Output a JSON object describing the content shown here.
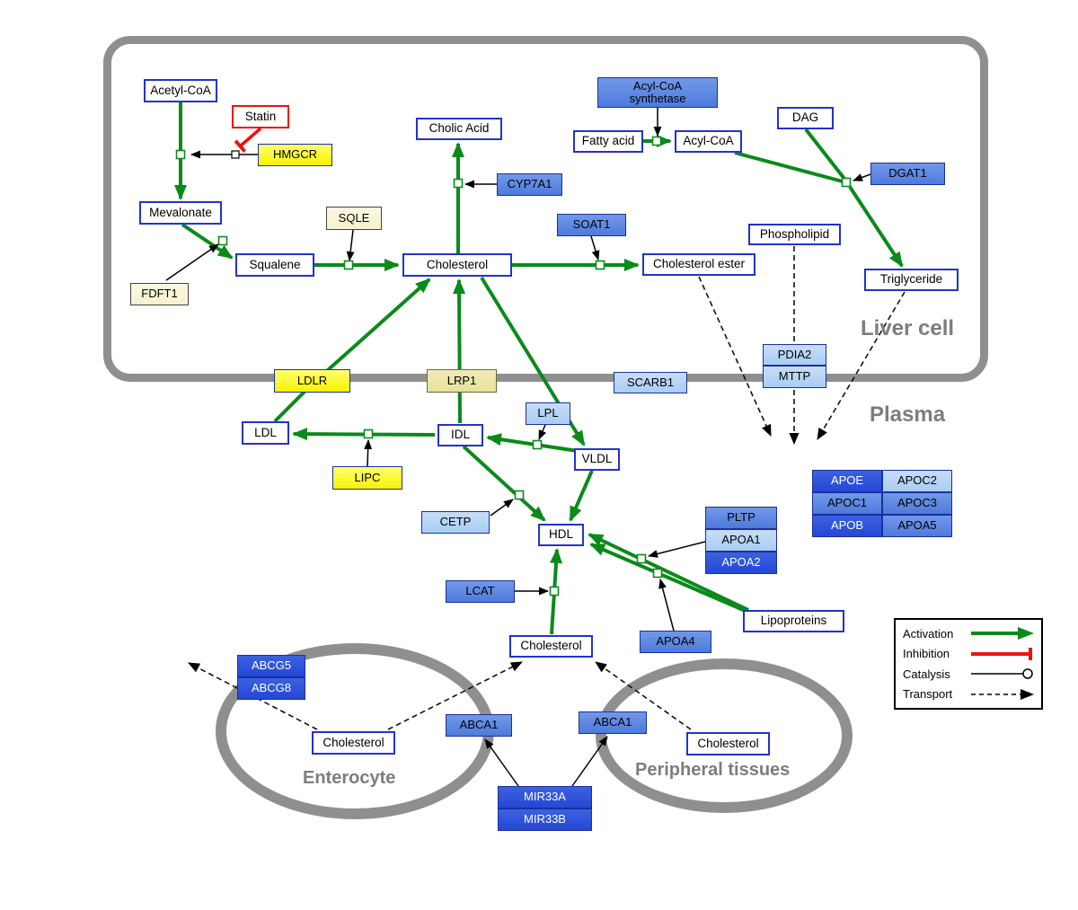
{
  "compartments": {
    "liver": "Liver cell",
    "plasma": "Plasma",
    "enterocyte": "Enterocyte",
    "peripheral_tissues": "Peripheral tissues"
  },
  "legend": {
    "activation": "Activation",
    "inhibition": "Inhibition",
    "catalysis": "Catalysis",
    "transport": "Transport"
  },
  "colors": {
    "activation_green": "#0a8a1a",
    "inhibition_red": "#ee1111",
    "membrane_gray": "#8f8f8f",
    "compartment_label_gray": "#7d7d7d",
    "metabolite_border_blue": "#2233cc",
    "gene_dark_blue": "#2547d6",
    "gene_medium_blue": "#4d7bdc",
    "gene_light_blue": "#a9cdf3",
    "gene_yellow": "#f8f200",
    "gene_khaki": "#e7e29b",
    "gene_cream": "#f6f1cf"
  },
  "nodes": {
    "acetyl_coa": "Acetyl-CoA",
    "statin": "Statin",
    "hmgcr": "HMGCR",
    "mevalonate": "Mevalonate",
    "sqle": "SQLE",
    "fdft1": "FDFT1",
    "squalene": "Squalene",
    "cholesterol_liver": "Cholesterol",
    "cholic_acid": "Cholic Acid",
    "cyp7a1": "CYP7A1",
    "soat1": "SOAT1",
    "cholesterol_ester": "Cholesterol ester",
    "acyl_coa_synthetase": "Acyl-CoA synthetase",
    "fatty_acid": "Fatty acid",
    "acyl_coa": "Acyl-CoA",
    "dag": "DAG",
    "dgat1": "DGAT1",
    "phospholipid": "Phospholipid",
    "triglyceride": "Triglyceride",
    "pdia2": "PDIA2",
    "mttp": "MTTP",
    "ldlr": "LDLR",
    "lrp1": "LRP1",
    "scarb1": "SCARB1",
    "ldl": "LDL",
    "idl": "IDL",
    "lpl": "LPL",
    "vldl": "VLDL",
    "lipc": "LIPC",
    "cetp": "CETP",
    "hdl": "HDL",
    "pltp": "PLTP",
    "apoa1": "APOA1",
    "apoa2": "APOA2",
    "apoe": "APOE",
    "apoc2": "APOC2",
    "apoc1": "APOC1",
    "apoc3": "APOC3",
    "apob": "APOB",
    "apoa5": "APOA5",
    "lcat": "LCAT",
    "apoa4": "APOA4",
    "lipoproteins": "Lipoproteins",
    "cholesterol_plasma": "Cholesterol",
    "abcg5": "ABCG5",
    "abcg8": "ABCG8",
    "cholesterol_enterocyte": "Cholesterol",
    "abca1_enterocyte": "ABCA1",
    "abca1_peripheral": "ABCA1",
    "cholesterol_peripheral": "Cholesterol",
    "mir33a": "MIR33A",
    "mir33b": "MIR33B"
  }
}
